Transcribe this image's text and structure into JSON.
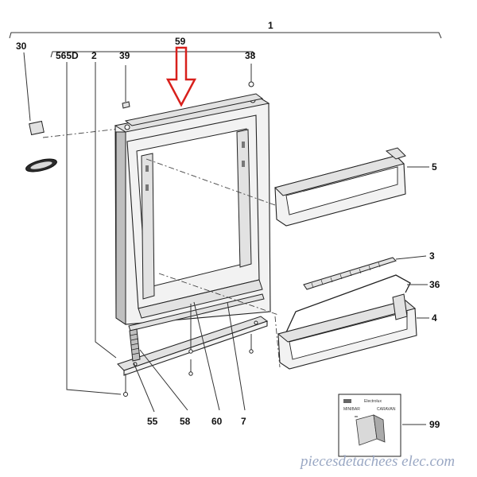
{
  "labels": {
    "l1": "1",
    "l30": "30",
    "l565d": "565D",
    "l2": "2",
    "l39": "39",
    "l59": "59",
    "l38": "38",
    "l5": "5",
    "l3": "3",
    "l36": "36",
    "l4": "4",
    "l99": "99",
    "l55": "55",
    "l58": "58",
    "l60": "60",
    "l7": "7"
  },
  "manual": {
    "brand": "Electrolux",
    "model_a": "MINIBAR",
    "model_b": "CARAVAN"
  },
  "watermark": "piecesdetachees elec.com",
  "colors": {
    "arrow": "#d8201c",
    "watermark": "#9aa8c4",
    "line": "#333333"
  }
}
